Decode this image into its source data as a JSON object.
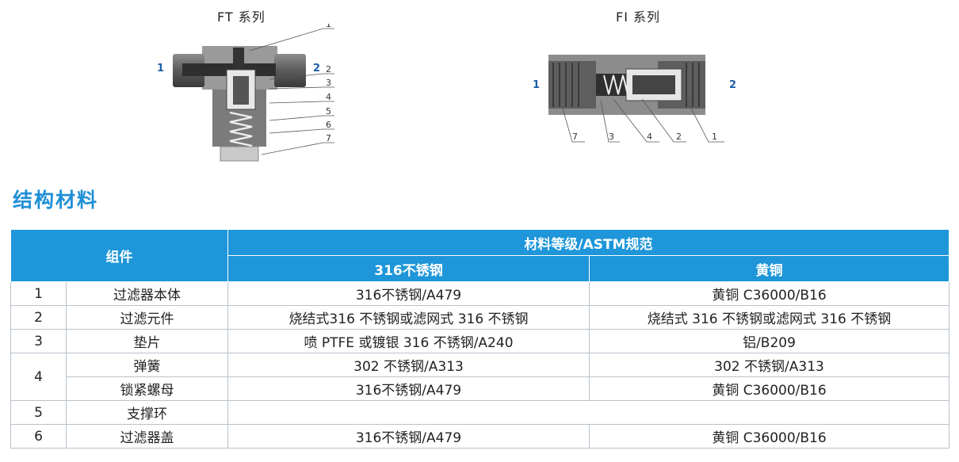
{
  "diagrams": {
    "ft": {
      "title": "FT 系列",
      "port_left": "1",
      "port_right": "2",
      "callouts": [
        "1",
        "2",
        "3",
        "4",
        "5",
        "6",
        "7"
      ]
    },
    "fi": {
      "title": "FI 系列",
      "port_left": "1",
      "port_right": "2",
      "callouts": [
        "7",
        "3",
        "4",
        "2",
        "1"
      ]
    }
  },
  "section_title": "结构材料",
  "table": {
    "header_component": "组件",
    "header_group": "材料等级/ASTM规范",
    "header_materials": [
      "316不锈钢",
      "黄铜"
    ],
    "rows": [
      {
        "num": "1",
        "name": "过滤器本体",
        "ss": "316不锈钢/A479",
        "brass": "黄铜 C36000/B16"
      },
      {
        "num": "2",
        "name": "过滤元件",
        "ss": "烧结式316 不锈钢或滤网式 316 不锈钢",
        "brass": "烧结式 316 不锈钢或滤网式 316 不锈钢"
      },
      {
        "num": "3",
        "name": "垫片",
        "ss": "喷 PTFE 或镀银 316 不锈钢/A240",
        "brass": "铝/B209"
      },
      {
        "num": "4",
        "name": "弹簧",
        "ss": "302 不锈钢/A313",
        "brass": "302 不锈钢/A313"
      },
      {
        "num": "",
        "name": "锁紧螺母",
        "ss": "316不锈钢/A479",
        "brass": "黄铜 C36000/B16"
      },
      {
        "num": "5",
        "name": "支撑环",
        "ss": "",
        "brass": ""
      },
      {
        "num": "6",
        "name": "过滤器盖",
        "ss": "316不锈钢/A479",
        "brass": "黄铜 C36000/B16"
      }
    ]
  }
}
